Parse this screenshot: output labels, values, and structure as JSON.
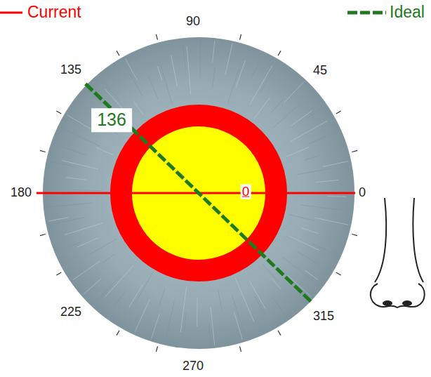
{
  "diagram": {
    "labels": [
      "90",
      "135",
      "45",
      "180",
      "0",
      "225",
      "270",
      "315",
      "136",
      "0"
    ],
    "legend": [
      {
        "text": "Current"
      },
      {
        "text": "Ideal"
      }
    ]
  }
}
